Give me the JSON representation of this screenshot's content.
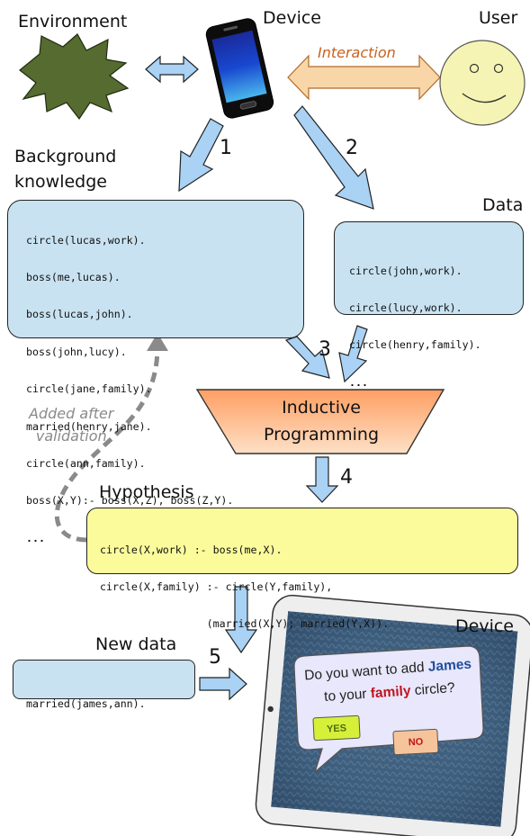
{
  "labels": {
    "environment": "Environment",
    "device_top": "Device",
    "user": "User",
    "interaction": "Interaction",
    "background_knowledge": "Background\nknowledge",
    "data": "Data",
    "inductive_programming": "Inductive\nProgramming",
    "added_after_validation": "Added after\nvalidation",
    "hypothesis": "Hypothesis",
    "new_data": "New data",
    "device_bottom": "Device"
  },
  "step_numbers": [
    "1",
    "2",
    "3",
    "4",
    "5"
  ],
  "background_knowledge_code": [
    "circle(lucas,work).",
    "boss(me,lucas).",
    "boss(lucas,john).",
    "boss(john,lucy).",
    "circle(jane,family).",
    "married(henry,jane).",
    "circle(ann,family).",
    "boss(X,Y):- boss(X,Z), boss(Z,Y).",
    "..."
  ],
  "data_code": [
    "circle(john,work).",
    "circle(lucy,work).",
    "circle(henry,family).",
    "..."
  ],
  "hypothesis_code": [
    "circle(X,work) :- boss(me,X).",
    "circle(X,family) :- circle(Y,family),",
    "                 (married(X,Y); married(Y,X))."
  ],
  "new_data_code": [
    "married(james,ann)."
  ],
  "tablet_prompt": {
    "line1": "Do you want to add",
    "name": "James",
    "line2_pre": "to your",
    "highlight": "family",
    "line2_post": "circle?",
    "yes": "YES",
    "no": "NO"
  },
  "colors": {
    "code_box": "#c8e2f1",
    "hypothesis_box": "#fbfb9c",
    "arrow_fill": "#a9d2f4",
    "funnel_top": "#ffb98f",
    "funnel_bottom": "#fbd9bc",
    "interaction_text": "#c8611e",
    "interaction_arrow": "#f8d6a8",
    "smiley": "#f5f4b4",
    "starburst": "#556b2f",
    "name_blue": "#1f4e9b",
    "family_red": "#c0141e",
    "yes_button": "#d6f03a",
    "no_button": "#f6c49b"
  }
}
